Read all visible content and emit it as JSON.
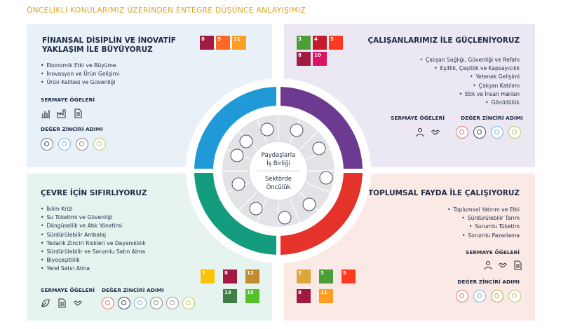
{
  "header": "ÖNCELİKLİ KONULARIMIZ ÜZERİNDEN ENTEGRE DÜŞÜNCE ANLAYIŞIMIZ",
  "colors": {
    "accent": "#e0a024",
    "blue": "#1f9ad7",
    "purple": "#6d3a91",
    "green": "#139c7d",
    "red": "#e5322a"
  },
  "quadrants": {
    "tl": {
      "title_line1": "FİNANSAL DİSİPLİN VE İNOVATİF",
      "title_line2": "YAKLAŞIM İLE BÜYÜYORUZ",
      "items": [
        "Ekonomik Etki ve Büyüme",
        "İnovasyon ve Ürün Gelişimi",
        "Ürün Kalitesi ve Güvenliği"
      ],
      "capital_label": "SERMAYE ÖĞELERİ",
      "value_chain_label": "DEĞER ZİNCİRİ ADIMI",
      "sdgs": [
        "8",
        "9",
        "11"
      ]
    },
    "tr": {
      "title": "ÇALIŞANLARIMIZ İLE GÜÇLENİYORUZ",
      "items": [
        "Çalışan Sağlığı, Güvenliği ve Refahı",
        "Eşitlik, Çeşitlik ve Kapsayıcılık",
        "Yetenek Gelişimi",
        "Çalışan Katılımı",
        "Etik ve İnsan Hakları",
        "Gönüllülük"
      ],
      "capital_label": "SERMAYE ÖĞELERİ",
      "value_chain_label": "DEĞER ZİNCİRİ ADIMI",
      "sdgs": [
        "3",
        "4",
        "5",
        "8",
        "10"
      ]
    },
    "bl": {
      "title": "ÇEVRE İÇİN SIFIRLIYORUZ",
      "items": [
        "İklim Krizi",
        "Su Tüketimi ve Güvenliği",
        "Döngüsellik ve Atık Yönetimi",
        "Sürdürülebilir Ambalaj",
        "Tedarik Zinciri Riskleri ve Dayanıklılık",
        "Sürdürülebilir ve Sorumlu Satın Alma",
        "Biyoçeşitlilik",
        "Yerel Satın Alma"
      ],
      "capital_label": "SERMAYE ÖĞELERİ",
      "value_chain_label": "DEĞER ZİNCİRİ ADIMI",
      "sdgs": [
        "7",
        "8",
        "12",
        "13",
        "15"
      ]
    },
    "br": {
      "title": "TOPLUMSAL FAYDA İLE ÇALIŞIYORUZ",
      "items": [
        "Toplumsal Yatırım ve Etki",
        "Sürdürülebilir Tarım",
        "Sorumlu Tüketim",
        "Sorumlu Pazarlama"
      ],
      "capital_label": "SERMAYE ÖĞELERİ",
      "value_chain_label": "DEĞER ZİNCİRİ ADIMI",
      "sdgs": [
        "2",
        "3",
        "5",
        "8",
        "11"
      ]
    }
  },
  "center": {
    "line1": "Paydaşlarla",
    "line2": "İş Birliği",
    "line3": "Sektörde",
    "line4": "Öncülük"
  }
}
